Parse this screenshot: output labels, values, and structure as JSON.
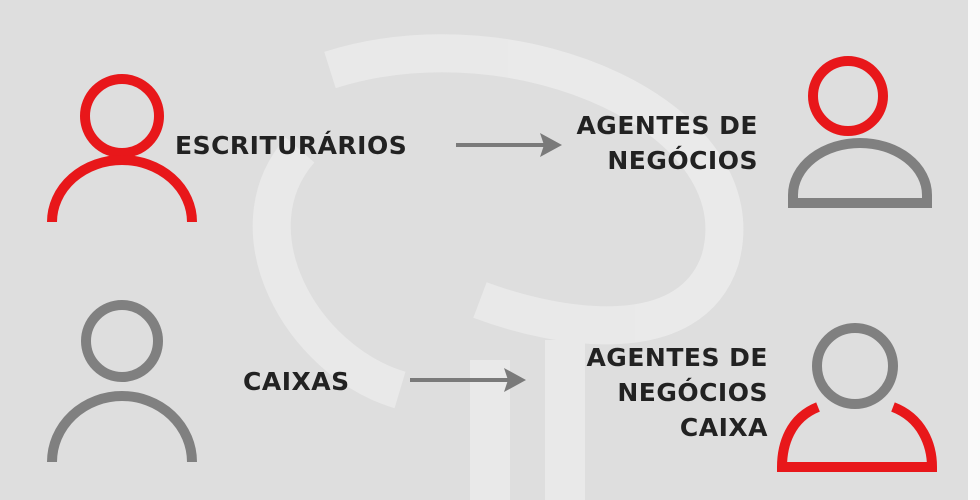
{
  "colors": {
    "red": "#e8171a",
    "gray": "#808080",
    "arrow": "#7a7a7a",
    "background": "#dedede",
    "text": "#222222"
  },
  "rows": [
    {
      "from_label": "ESCRITURÁRIOS",
      "to_lines": [
        "AGENTES DE",
        "NEGÓCIOS"
      ],
      "from_icon": "person-red-icon",
      "to_icon": "person-red-head-gray-body-icon"
    },
    {
      "from_label": "CAIXAS",
      "to_lines": [
        "AGENTES DE",
        "NEGÓCIOS",
        "CAIXA"
      ],
      "from_icon": "person-gray-icon",
      "to_icon": "person-gray-head-red-body-icon"
    }
  ]
}
